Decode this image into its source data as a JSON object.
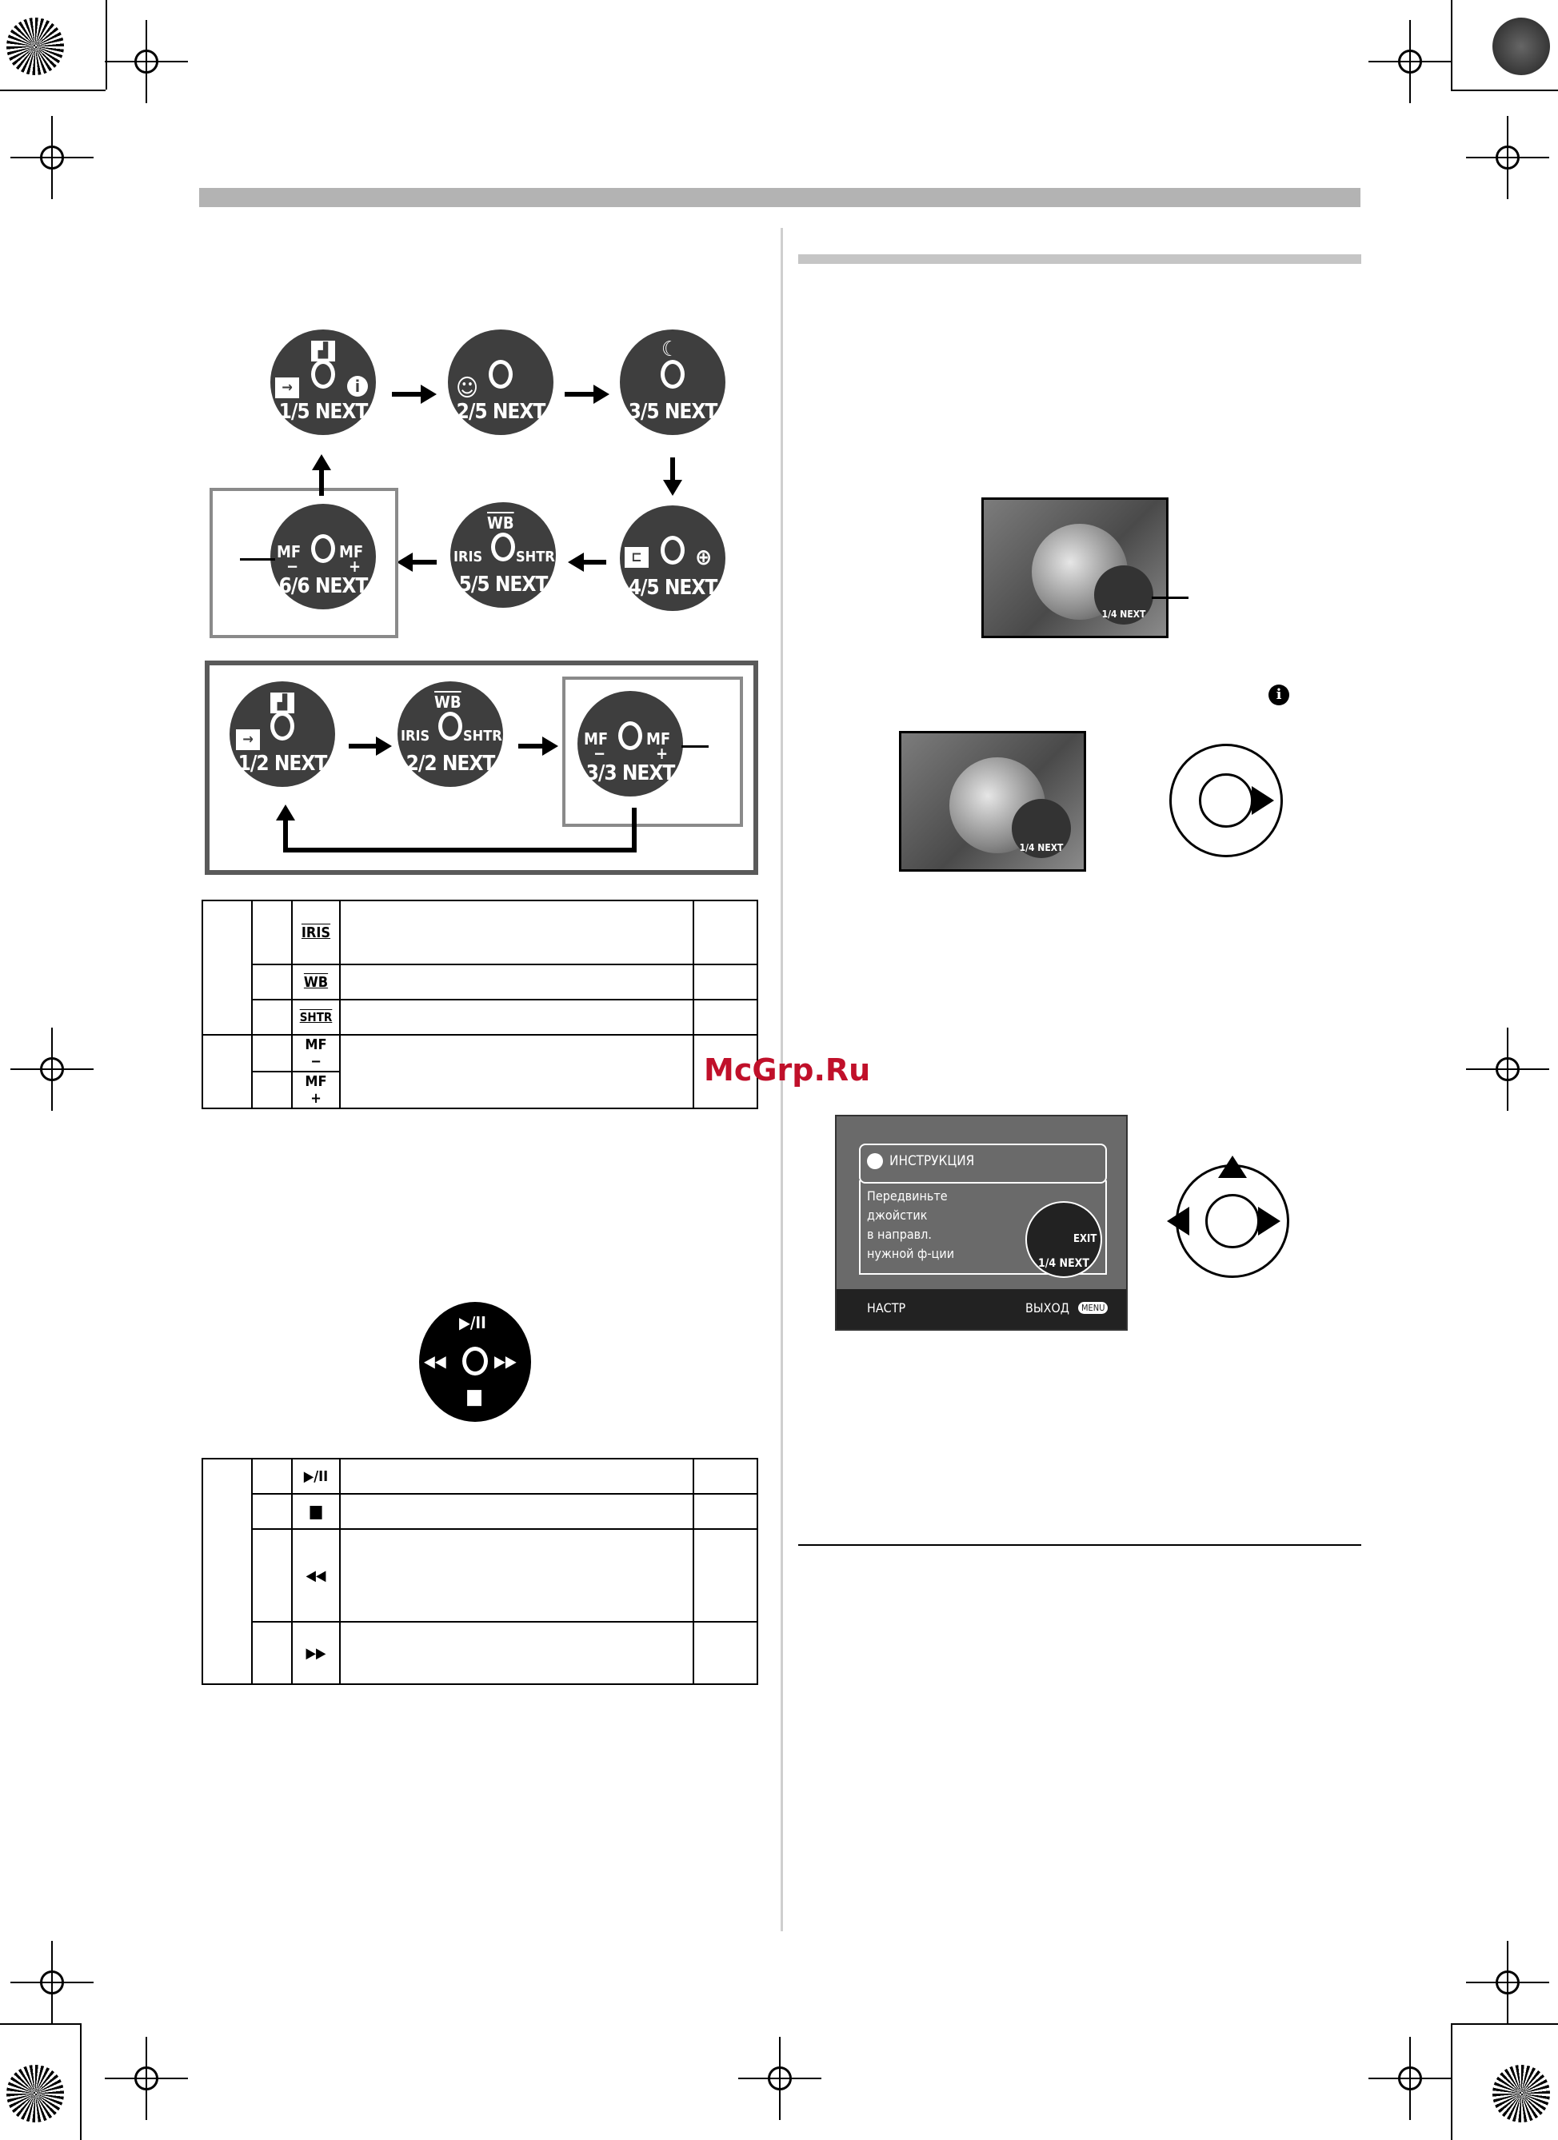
{
  "mode_dials": [
    {
      "label": "1/5 NEXT",
      "left_icon": "exit-arrow-icon",
      "top_icon": "scene-icon",
      "right_icon": "i"
    },
    {
      "label": "2/5 NEXT",
      "left_icon": "face-icon"
    },
    {
      "label": "3/5 NEXT",
      "top_icon": "moon-icon"
    },
    {
      "label": "4/5 NEXT",
      "left_icon": "backlight-icon",
      "right_icon": "zoom-b-icon"
    },
    {
      "label": "5/5 NEXT",
      "top": "WB",
      "left": "IRIS",
      "right": "SHTR"
    },
    {
      "label": "6/6 NEXT",
      "left": "MF",
      "left_sub": "−",
      "right": "MF",
      "right_sub": "+"
    }
  ],
  "manual_dials": [
    {
      "label": "1/2 NEXT"
    },
    {
      "label": "2/2 NEXT",
      "top": "WB",
      "left": "IRIS",
      "right": "SHTR"
    },
    {
      "label": "3/3 NEXT",
      "left": "MF",
      "left_sub": "−",
      "right": "MF",
      "right_sub": "+"
    }
  ],
  "table1": {
    "iris": "IRIS",
    "wb": "WB",
    "shtr": "SHTR",
    "mf_minus": "MF",
    "mf_minus_sub": "−",
    "mf_plus": "MF",
    "mf_plus_sub": "+"
  },
  "playback_dial": {
    "top": "▶/II",
    "left": "◀◀",
    "right": "▶▶",
    "bottom": "■"
  },
  "table2": {
    "play_pause": "▶/II",
    "stop": "■",
    "rew": "◀◀",
    "ff": "▶▶"
  },
  "thumb_label": "1/4 NEXT",
  "info_symbol": "i",
  "help_screen": {
    "title": "ИНСТРУКЦИЯ",
    "line1": "Передвиньте",
    "line2": "джойстик",
    "line3": "в направл.",
    "line4": "нужной ф-ции",
    "dial_exit": "EXIT",
    "dial_label": "1/4 NEXT",
    "footer_left": "НАСТР",
    "footer_right": "ВЫХОД",
    "menu_badge": "MENU"
  },
  "watermark": "McGrp.Ru"
}
